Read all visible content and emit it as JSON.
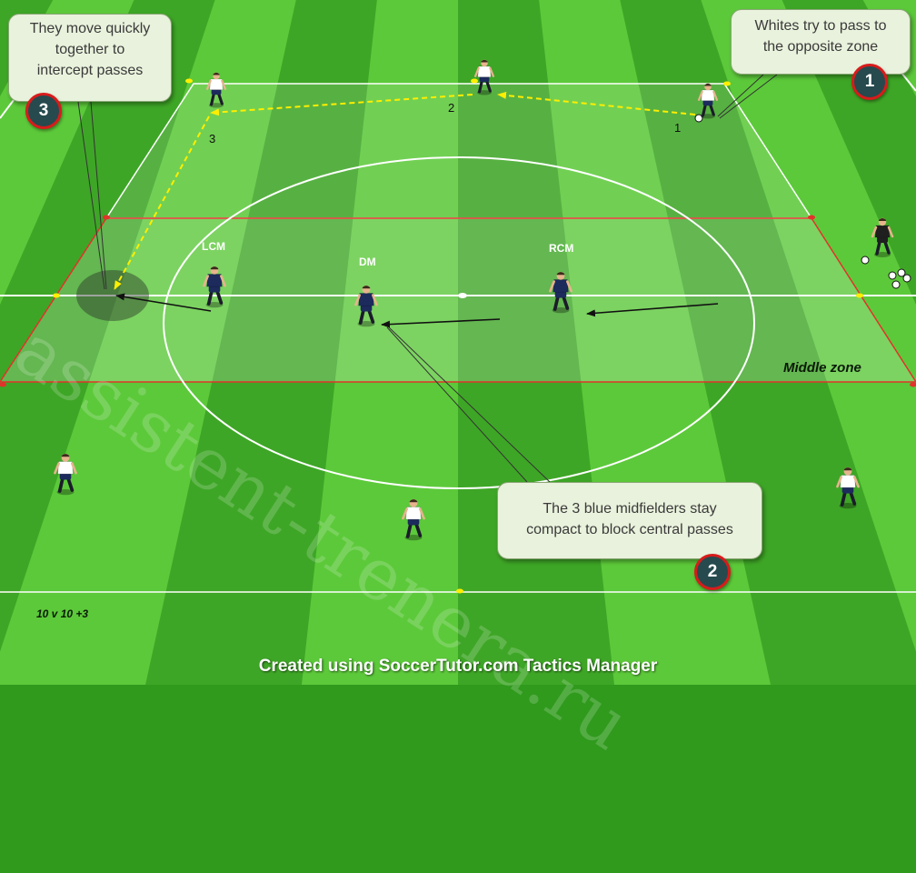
{
  "callouts": {
    "top_left": {
      "lines": [
        "They move quickly",
        "together to",
        "intercept passes"
      ],
      "badge": "3"
    },
    "top_right": {
      "lines": [
        "Whites try to pass to",
        "the opposite zone"
      ],
      "badge": "1"
    },
    "bottom": {
      "lines": [
        "The 3 blue midfielders stay",
        "compact to block central passes"
      ],
      "badge": "2"
    }
  },
  "labels": {
    "lcm": "LCM",
    "dm": "DM",
    "rcm": "RCM",
    "middle_zone": "Middle zone",
    "format": "10 v 10 +3",
    "pass_1": "1",
    "pass_2": "2",
    "pass_3": "3"
  },
  "footer": "Created using SoccerTutor.com Tactics Manager",
  "watermark": "assistent-trenera.ru",
  "colors": {
    "grass_light": "#5cc93a",
    "grass_dark": "#3ea626",
    "zone_border": "#e0342a",
    "pass_arrow": "#ffee00",
    "blue_team": "#1c2a5c",
    "white_team": "#ffffff",
    "badge_fill": "#264a4e",
    "badge_ring": "#d81b1b"
  }
}
